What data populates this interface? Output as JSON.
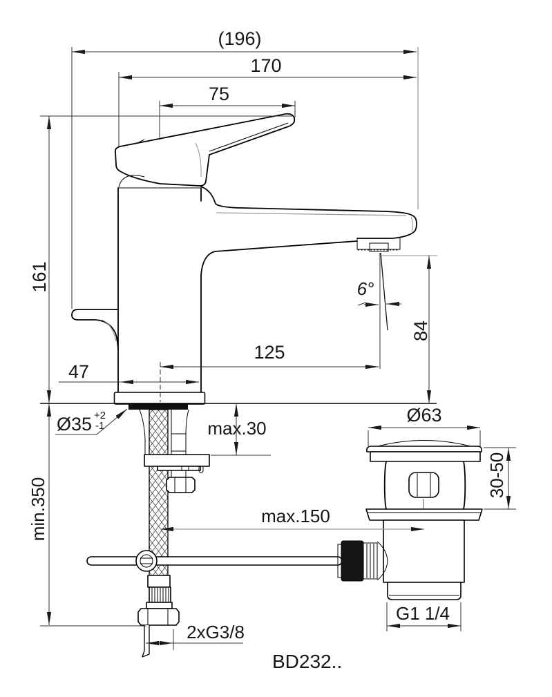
{
  "product_code": "BD232..",
  "dims": {
    "overall_depth": "(196)",
    "depth": "170",
    "handle_length": "75",
    "body_height": "161",
    "spout_reach": "125",
    "base_width": "47",
    "stream_angle": "6°",
    "outlet_height": "84",
    "hole_diameter": "Ø35",
    "hole_tolerance_plus": "+2",
    "hole_tolerance_minus": "-1",
    "deck_thickness_max": "max.30",
    "clearance_below_min": "min.350",
    "waste_rod_distance_max": "max.150",
    "waste_flange_diameter": "Ø63",
    "mounting_depth_range": "30-50",
    "waste_outlet_thread": "G1 1/4",
    "supply_hose_threads": "2xG3/8"
  }
}
